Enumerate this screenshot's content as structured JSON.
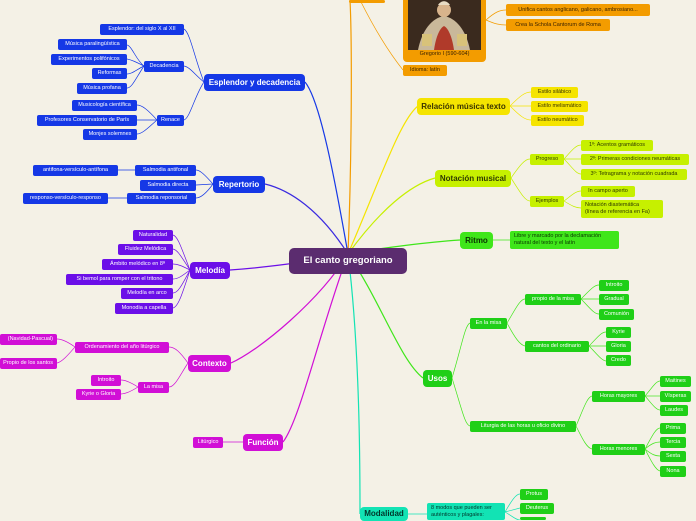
{
  "center": "El canto gregoriano",
  "esplendor": {
    "label": "Esplendor y decadencia",
    "items": [
      "Esplendor: del siglo X al XII",
      "Decadencia",
      "Renace"
    ],
    "decadencia": [
      "Música paralingüística",
      "Experimentos polifónicos",
      "Reformas",
      "Música profana"
    ],
    "renace": [
      "Musicología científica",
      "Profesores Conservatorio de París",
      "Monjes solemnes"
    ]
  },
  "repertorio": {
    "label": "Repertorio",
    "items": [
      "Salmodia antifonal",
      "Salmodia directa",
      "Salmodia reponsorial"
    ],
    "sub": [
      "antifona-versículo-antífona",
      "responso-versículo-responso"
    ]
  },
  "melodia": {
    "label": "Melodía",
    "items": [
      "Naturalidad",
      "Fluidez Melódica",
      "Ámbito melódico en 8ª",
      "Si bemol para romper con el tritono",
      "Melodía en arco",
      "Monodia a capella"
    ]
  },
  "contexto": {
    "label": "Contexto",
    "items": [
      "Ordenamiento del año litúrgico",
      "La misa"
    ],
    "ordenamiento": [
      "(Navidad-Pascual)",
      "Propio de los santos"
    ],
    "misa": [
      "Introito",
      "Kyrie o Gloria"
    ]
  },
  "funcion": {
    "label": "Función",
    "items": [
      "Litúrgico"
    ]
  },
  "gregorio": {
    "caption": "Gregorio I (590-604)",
    "items": [
      "Unifica cantos anglicano, galicano, ambrosiano...",
      "Crea la Schola Cantorum de Roma"
    ],
    "idioma": "Idioma: latín"
  },
  "relacion": {
    "label": "Relación música texto",
    "items": [
      "Estilo silábico",
      "Estilo melismático",
      "Estilo neumático"
    ]
  },
  "notacion": {
    "label": "Notación musical",
    "items": [
      "Progreso",
      "Ejemplos"
    ],
    "progreso": [
      "1º: Acentos gramáticos",
      "2º: Primeras condiciones neumáticas",
      "3º: Tetragrama y notación cuadrada"
    ],
    "ejemplos": [
      "In campo aperto",
      "Notación diastemática\n(línea de referencia en Fa)"
    ]
  },
  "ritmo": {
    "label": "Ritmo",
    "items": [
      "Libre y marcado por la declamación natural del texto y el latín"
    ]
  },
  "usos": {
    "label": "Usos",
    "items": [
      "En la misa",
      "Liturgia de las horas u oficio divino"
    ],
    "misa": [
      "propio de la misa",
      "cantos del ordinario"
    ],
    "propio": [
      "Introito",
      "Gradual",
      "Comunión"
    ],
    "ordinario": [
      "Kyrie",
      "Gloria",
      "Credo"
    ],
    "liturgia": [
      "Horas mayores",
      "Horas menores"
    ],
    "mayores": [
      "Maitines",
      "Vísperas",
      "Laudes"
    ],
    "menores": [
      "Prima",
      "Tercia",
      "Sexta",
      "Nona"
    ]
  },
  "modalidad": {
    "label": "Modalidad",
    "items": [
      "8 modos que pueden ser auténticos y plagales:"
    ],
    "modos": [
      "Protus",
      "Deuterus"
    ]
  },
  "colors": {
    "blue": "#1538e6",
    "violet": "#6b0fe8",
    "magenta": "#d10fd6",
    "yellow": "#f5e400",
    "lime": "#c6f000",
    "green": "#3fe61a",
    "teal": "#12e3b4",
    "orange": "#f39c00",
    "center": "#5b2c6f"
  }
}
